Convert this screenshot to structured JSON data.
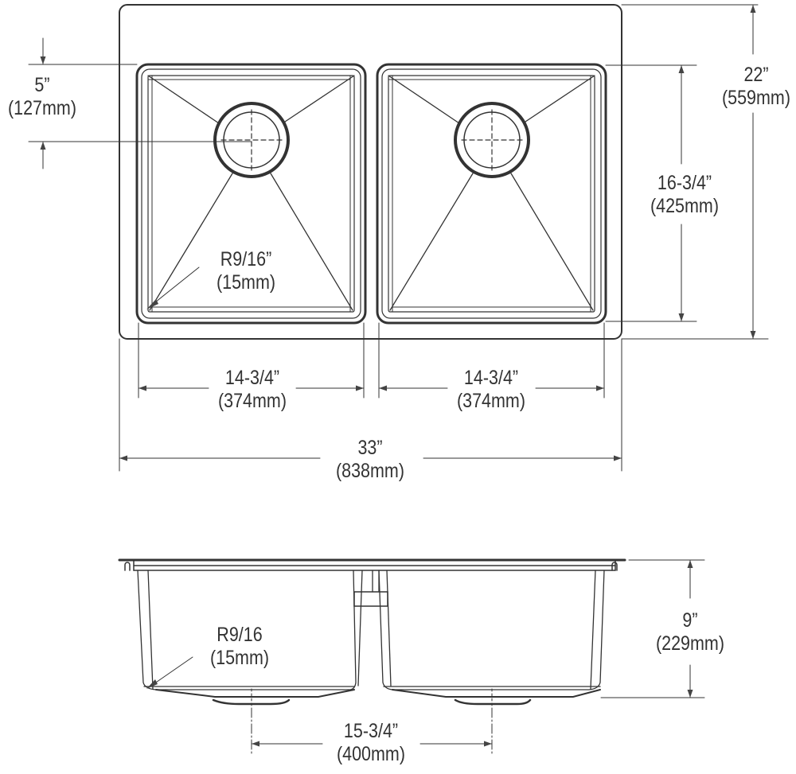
{
  "drawing": {
    "title": "Double bowl undermount sink dimension drawing",
    "line_color": "#333333",
    "top_view": {
      "overall_width": {
        "inch": "33”",
        "mm": "(838mm)"
      },
      "overall_depth": {
        "inch": "22”",
        "mm": "(559mm)"
      },
      "bowl_depth": {
        "inch": "16-3/4”",
        "mm": "(425mm)"
      },
      "left_bowl_width": {
        "inch": "14-3/4”",
        "mm": "(374mm)"
      },
      "right_bowl_width": {
        "inch": "14-3/4”",
        "mm": "(374mm)"
      },
      "drain_offset": {
        "inch": "5”",
        "mm": "(127mm)"
      },
      "corner_radius": {
        "inch": "R9/16”",
        "mm": "(15mm)"
      }
    },
    "side_view": {
      "bowl_height": {
        "inch": "9”",
        "mm": "(229mm)"
      },
      "drain_spacing": {
        "inch": "15-3/4”",
        "mm": "(400mm)"
      },
      "corner_radius": {
        "inch": "R9/16",
        "mm": "(15mm)"
      }
    }
  }
}
